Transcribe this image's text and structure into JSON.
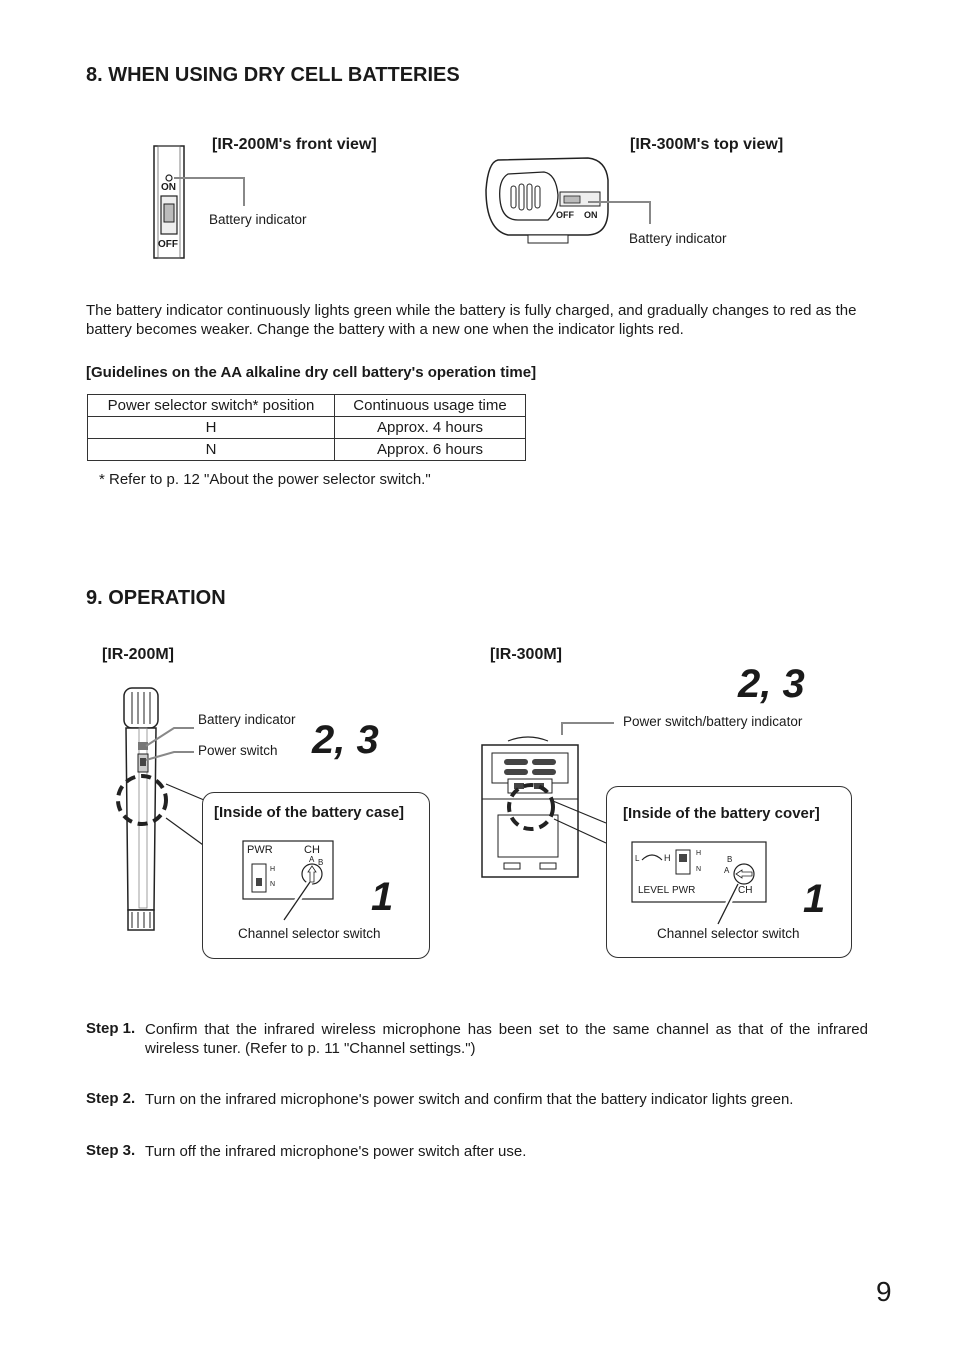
{
  "section8": {
    "title": "8. WHEN USING DRY CELL BATTERIES",
    "ir200_caption": "[IR-200M's front view]",
    "ir300_caption": "[IR-300M's top view]",
    "battery_indicator_label": "Battery indicator",
    "ir200_on": "ON",
    "ir200_off": "OFF",
    "ir300_off": "OFF",
    "ir300_on": "ON",
    "paragraph": "The battery indicator continuously lights green while the battery is fully charged, and gradually changes to red as the battery becomes weaker. Change the battery with a new one when the indicator lights red.",
    "guideline_title": "[Guidelines on the AA alkaline dry cell battery's operation time]",
    "table": {
      "headers": [
        "Power selector switch* position",
        "Continuous usage time"
      ],
      "rows": [
        [
          "H",
          "Approx. 4 hours"
        ],
        [
          "N",
          "Approx. 6 hours"
        ]
      ]
    },
    "footnote": "* Refer to p. 12 \"About the power selector switch.\""
  },
  "section9": {
    "title": "9. OPERATION",
    "ir200": {
      "caption": "[IR-200M]",
      "battery_indicator": "Battery indicator",
      "power_switch": "Power switch",
      "big_label": "2, 3",
      "inside_title": "[Inside of the battery case]",
      "pwr": "PWR",
      "ch": "CH",
      "a": "A",
      "b": "B",
      "h": "H",
      "n": "N",
      "step1_num": "1",
      "channel_selector": "Channel selector switch"
    },
    "ir300": {
      "caption": "[IR-300M]",
      "big_label": "2, 3",
      "power_battery": "Power switch/battery indicator",
      "inside_title": "[Inside of the battery cover]",
      "l": "L",
      "h": "H",
      "n": "N",
      "level": "LEVEL",
      "pwr": "PWR",
      "b": "B",
      "a": "A",
      "ch": "CH",
      "step1_num": "1",
      "channel_selector": "Channel selector switch"
    },
    "steps": [
      {
        "label": "Step 1.",
        "text": "Confirm that the infrared wireless microphone has been set to the same channel as that of the infrared wireless tuner. (Refer to p. 11 \"Channel settings.\")"
      },
      {
        "label": "Step 2.",
        "text": "Turn on the infrared microphone's power switch and confirm that the battery indicator lights green."
      },
      {
        "label": "Step 3.",
        "text": "Turn off the infrared microphone's power switch after use."
      }
    ]
  },
  "page_number": "9"
}
